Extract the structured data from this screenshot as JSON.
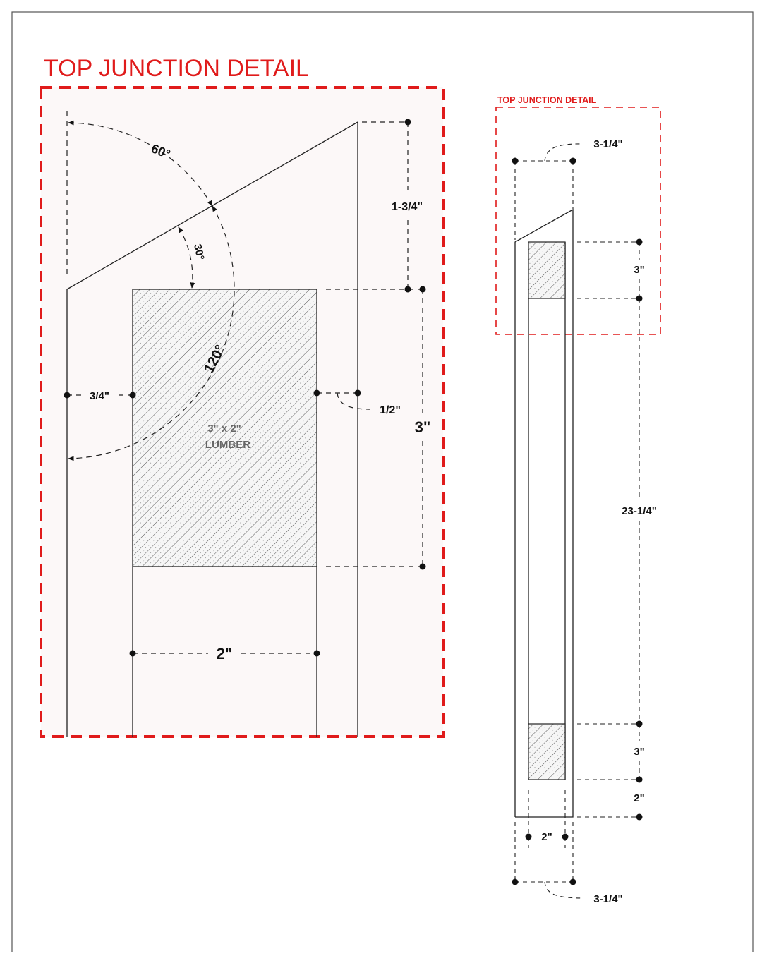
{
  "detail": {
    "title": "TOP JUNCTION DETAIL",
    "angle_60": "60°",
    "angle_30": "30°",
    "angle_120": "120°",
    "dim_top_rise": "1-3/4\"",
    "dim_left_offset": "3/4\"",
    "dim_right_offset": "1/2\"",
    "dim_lumber_height": "3\"",
    "dim_lumber_width": "2\"",
    "lumber_label_line1": "3\" x 2\"",
    "lumber_label_line2": "LUMBER"
  },
  "overview": {
    "title": "TOP JUNCTION DETAIL",
    "dim_top_width": "3-1/4\"",
    "dim_top_block": "3\"",
    "dim_span": "23-1/4\"",
    "dim_bottom_block": "3\"",
    "dim_bottom_base": "2\"",
    "dim_inner_width": "2\"",
    "dim_bottom_width": "3-1/4\""
  },
  "colors": {
    "callout_red": "#e01b1b",
    "panel_fill": "#fcf8f8",
    "line": "#222222"
  }
}
